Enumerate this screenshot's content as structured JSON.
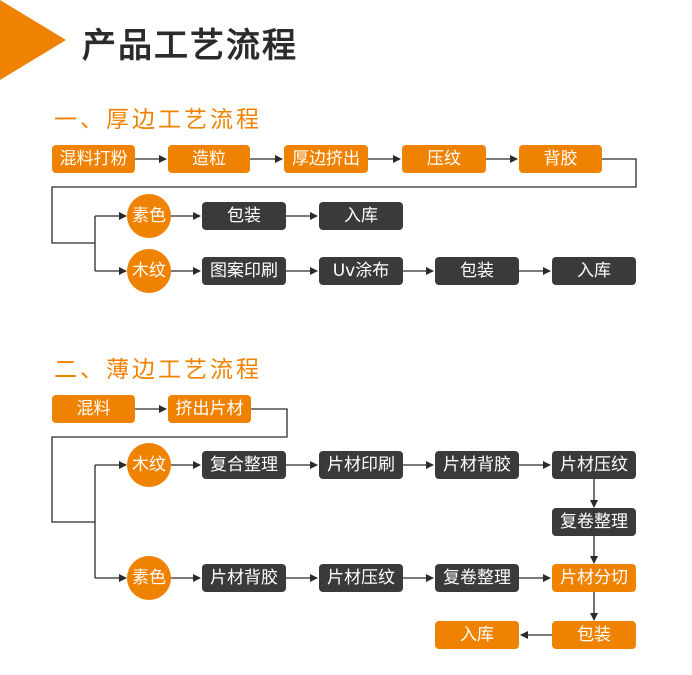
{
  "header": {
    "title": "产品工艺流程"
  },
  "thick": {
    "title": "一、厚边工艺流程",
    "main": [
      "混料打粉",
      "造粒",
      "厚边挤出",
      "压纹",
      "背胶"
    ],
    "plain_label": "素色",
    "plain_steps": [
      "包装",
      "入库"
    ],
    "wood_label": "木纹",
    "wood_steps": [
      "图案印刷",
      "Uv涂布",
      "包装",
      "入库"
    ]
  },
  "thin": {
    "title": "二、薄边工艺流程",
    "main": [
      "混料",
      "挤出片材"
    ],
    "wood_label": "木纹",
    "wood_steps": [
      "复合整理",
      "片材印刷",
      "片材背胶",
      "片材压纹"
    ],
    "wood_down": "复卷整理",
    "plain_label": "素色",
    "plain_steps": [
      "片材背胶",
      "片材压纹",
      "复卷整理",
      "片材分切"
    ],
    "final_steps": [
      "包装",
      "入库"
    ]
  }
}
